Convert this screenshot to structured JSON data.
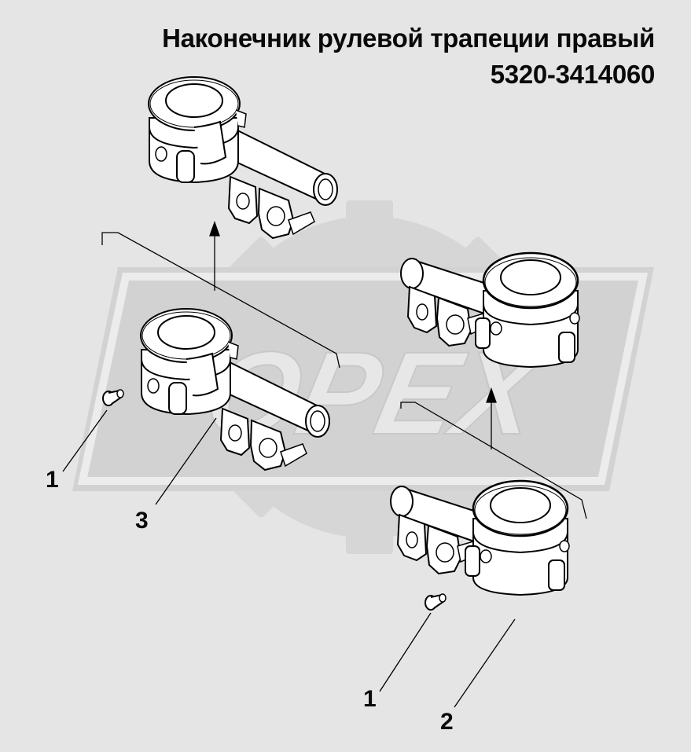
{
  "title": {
    "name": "Наконечник рулевой трапеции правый",
    "part_number": "5320-3414060"
  },
  "watermark": {
    "text": "OPEX",
    "icon": "gear-icon"
  },
  "callouts": {
    "c1a": "1",
    "c1b": "1",
    "c2": "2",
    "c3": "3"
  },
  "colors": {
    "background": "#e5e5e5",
    "watermark": "#d6d6d6",
    "line": "#000000",
    "part_fill": "#ffffff"
  }
}
